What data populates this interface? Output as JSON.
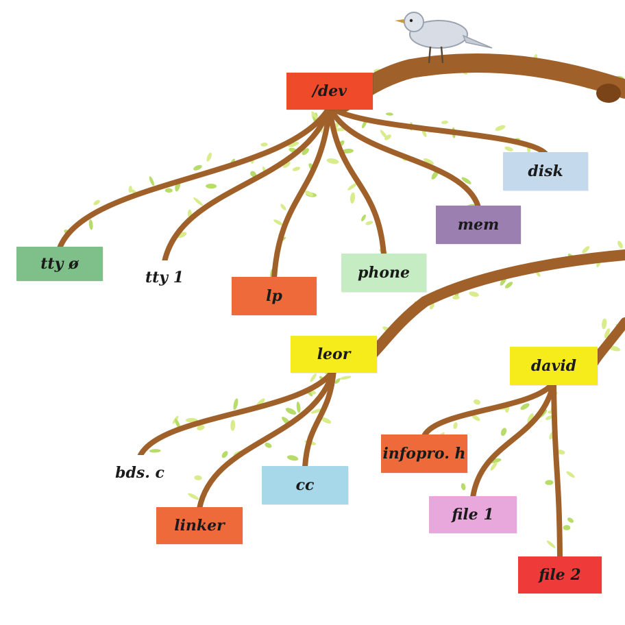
{
  "nodes": [
    {
      "id": "dev",
      "label": "/dev",
      "color": "#ef4a2a"
    },
    {
      "id": "tty0",
      "label": "tty ø",
      "color": "#7fbf8a"
    },
    {
      "id": "tty1",
      "label": "tty 1",
      "color": "#ffffff"
    },
    {
      "id": "lp",
      "label": "lp",
      "color": "#ef6a3a"
    },
    {
      "id": "phone",
      "label": "phone",
      "color": "#c6ecc4"
    },
    {
      "id": "mem",
      "label": "mem",
      "color": "#9a7fb0"
    },
    {
      "id": "disk",
      "label": "disk",
      "color": "#c4daec"
    },
    {
      "id": "leor",
      "label": "leor",
      "color": "#f6ec1c"
    },
    {
      "id": "david",
      "label": "david",
      "color": "#f6ec1c"
    },
    {
      "id": "bdsc",
      "label": "bds. c",
      "color": "#ffffff"
    },
    {
      "id": "cc",
      "label": "cc",
      "color": "#a6d8ea"
    },
    {
      "id": "linker",
      "label": "linker",
      "color": "#ef6a3a"
    },
    {
      "id": "infopro",
      "label": "infopro. h",
      "color": "#ef6a3a"
    },
    {
      "id": "file1",
      "label": "file 1",
      "color": "#e8a8dc"
    },
    {
      "id": "file2",
      "label": "file 2",
      "color": "#ef3a3a"
    }
  ],
  "edges": [
    [
      "dev",
      "tty0"
    ],
    [
      "dev",
      "tty1"
    ],
    [
      "dev",
      "lp"
    ],
    [
      "dev",
      "phone"
    ],
    [
      "dev",
      "mem"
    ],
    [
      "dev",
      "disk"
    ],
    [
      "leor",
      "bdsc"
    ],
    [
      "leor",
      "cc"
    ],
    [
      "leor",
      "linker"
    ],
    [
      "david",
      "infopro"
    ],
    [
      "david",
      "file1"
    ],
    [
      "david",
      "file2"
    ]
  ],
  "colors": {
    "branch": "#a0602a",
    "branch_dark": "#7a4418",
    "leaf": "#b8dc6a",
    "leaf_light": "#d8ec8c",
    "bird": "#d8dce4"
  }
}
